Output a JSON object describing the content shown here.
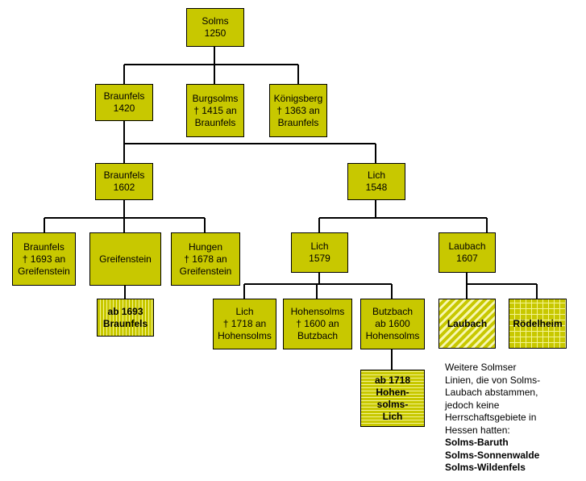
{
  "nodes": {
    "solms": "Solms\n1250",
    "braunfels1420": "Braunfels\n1420",
    "burgsolms": "Burgsolms\n† 1415 an\nBraunfels",
    "koenigsberg": "Königsberg\n† 1363 an\nBraunfels",
    "braunfels1602": "Braunfels\n1602",
    "lich1548": "Lich\n1548",
    "braunfels1693": "Braunfels\n† 1693 an\nGreifenstein",
    "greifenstein": "Greifenstein",
    "hungen": "Hungen\n†  1678 an\nGreifenstein",
    "lich1579": "Lich\n1579",
    "laubach1607": "Laubach\n1607",
    "ab1693": "ab 1693\nBraunfels",
    "lich1718": "Lich\n† 1718 an\nHohensolms",
    "hohensolms": "Hohensolms\n† 1600 an\nButzbach",
    "butzbach": "Butzbach\nab 1600\nHohensolms",
    "laubach": "Laubach",
    "roedelheim": "Rödelheim",
    "ab1718": "ab 1718\nHohen-\nsolms-\nLich"
  },
  "note": {
    "lines": [
      "Weitere Solmser",
      "Linien, die von Solms-",
      "Laubach abstammen,",
      "jedoch keine",
      "Herrschaftsgebiete in",
      "Hessen hatten:"
    ],
    "bold_lines": [
      "Solms-Baruth",
      "Solms-Sonnenwalde",
      "Solms-Wildenfels"
    ]
  },
  "colors": {
    "box": "#c8c800",
    "line": "#000000"
  }
}
